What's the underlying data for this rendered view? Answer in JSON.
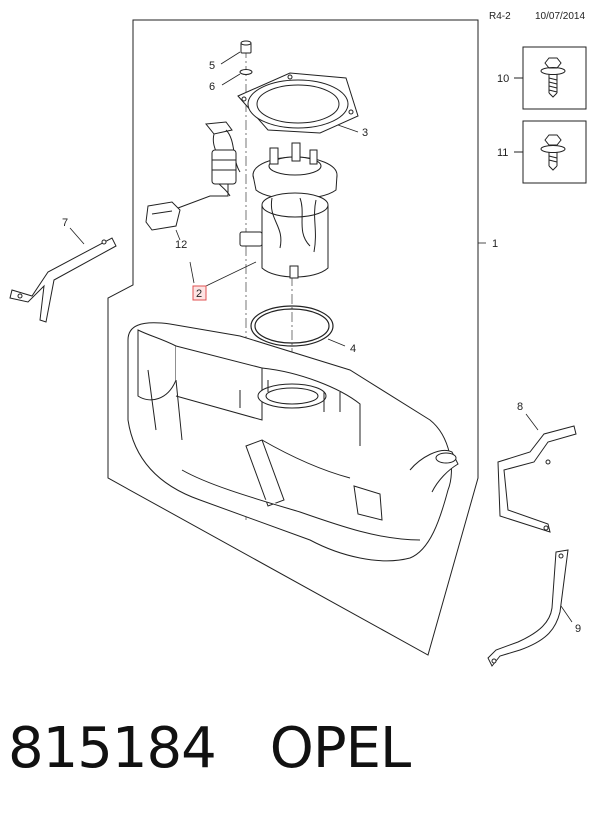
{
  "header": {
    "ref": "R4-2",
    "date": "10/07/2014"
  },
  "callouts": {
    "c1": "1",
    "c2": "2",
    "c3": "3",
    "c4": "4",
    "c5": "5",
    "c6": "6",
    "c7": "7",
    "c8": "8",
    "c9": "9",
    "c10": "10",
    "c11": "11",
    "c12": "12"
  },
  "footer": {
    "part_number": "815184",
    "brand": "OPEL"
  },
  "colors": {
    "line": "#222222",
    "highlight_box": "#e05050",
    "highlight_fill": "#fde3e3"
  }
}
